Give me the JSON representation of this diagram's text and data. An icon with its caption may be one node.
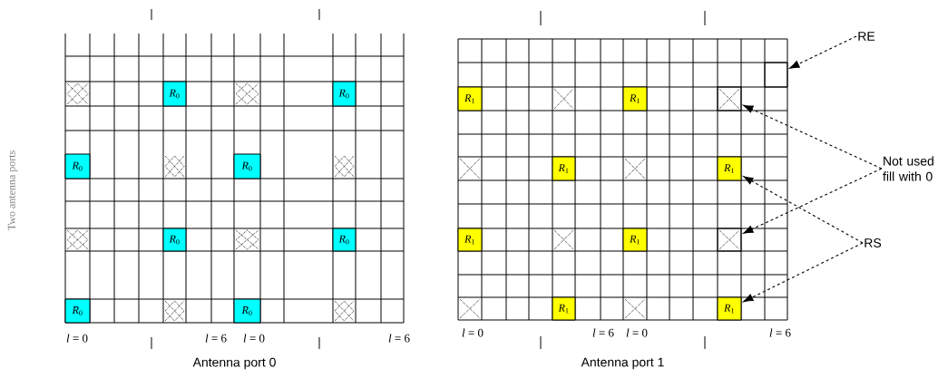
{
  "diagram": {
    "nodes": [
      {
        "text": [
          "Antenna port 0"
        ]
      },
      {
        "text": [
          "*R*$_{0}$"
        ],
        "in": 0
      },
      {
        "text": [
          "*R*$_{0}$"
        ],
        "in": 0
      },
      {
        "text": [
          "*R*$_{0}$"
        ],
        "in": 0
      },
      {
        "text": [
          "*R*$_{0}$"
        ],
        "in": 0
      },
      {
        "text": [
          "*R*$_{0}$"
        ],
        "in": 0
      },
      {
        "text": [
          "*R*$_{0}$"
        ],
        "in": 0
      },
      {
        "text": [
          "*R*$_{0}$"
        ],
        "in": 0
      },
      {
        "text": [
          "*R*$_{0}$"
        ],
        "in": 0
      },
      {
        "text": [
          "Antenna port 1"
        ]
      },
      {
        "text": [
          "*R*$_{1}$"
        ],
        "in": 9
      },
      {
        "text": [
          "*R*$_{1}$"
        ],
        "in": 9
      },
      {
        "text": [
          "*R*$_{1}$"
        ],
        "in": 9
      },
      {
        "text": [
          "*R*$_{1}$"
        ],
        "in": 9
      },
      {
        "text": [
          "*R*$_{1}$"
        ],
        "in": 9
      },
      {
        "text": [
          "*R*$_{1}$"
        ],
        "in": 9
      },
      {
        "text": [
          "*R*$_{1}$"
        ],
        "in": 9
      },
      {
        "text": [
          "*R*$_{1}$"
        ],
        "in": 9
      },
      {
        "text": [
          "RE"
        ]
      },
      {
        "text": [],
        "shape": "box",
        "in": 9
      },
      {
        "text": [
          "Not used fill with 0"
        ]
      },
      {
        "text": [],
        "shape": "cross",
        "in": 9
      },
      {
        "text": [],
        "shape": "cross",
        "in": 9
      },
      {
        "text": [
          "RS"
        ]
      }
    ],
    "edges": [
      {
        "from": 18,
        "to": 19,
        "arrow": "to",
        "style": "dashed"
      },
      {
        "from": 20,
        "to": 21,
        "arrow": "to",
        "style": "dashed"
      },
      {
        "from": 20,
        "to": 22,
        "arrow": "to",
        "style": "dashed"
      },
      {
        "from": 23,
        "to": 13,
        "arrow": "to",
        "style": "dashed"
      },
      {
        "from": 23,
        "to": 17,
        "arrow": "to",
        "style": "dashed"
      }
    ],
    "labels": [
      "Two antenna ports",
      "*l* = 0",
      "*l* = 6",
      "*l* = 0",
      "*l* = 6",
      "*l* = 0",
      "*l* = 6",
      "*l* = 0",
      "*l* = 6"
    ]
  }
}
